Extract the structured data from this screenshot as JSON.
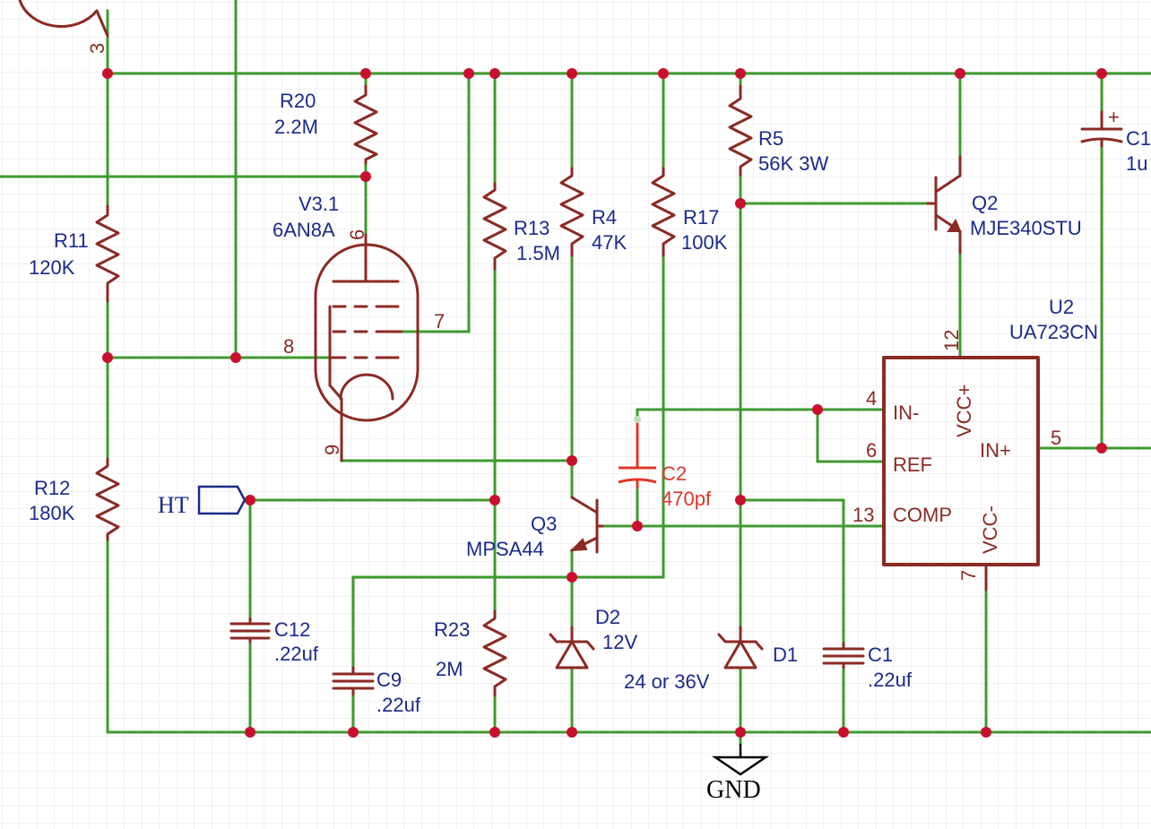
{
  "title": "",
  "colors": {
    "wire": "#3f9a2f",
    "symbol": "#8b2a24",
    "label": "#1a2a8a",
    "junction": "#c8102e",
    "highlight": "#e0362a",
    "grid": "#e3e3e3"
  },
  "components": {
    "r20": {
      "ref": "R20",
      "value": "2.2M"
    },
    "v31": {
      "ref": "V3.1",
      "value": "6AN8A"
    },
    "r11": {
      "ref": "R11",
      "value": "120K"
    },
    "r12": {
      "ref": "R12",
      "value": "180K"
    },
    "r13": {
      "ref": "R13",
      "value": "1.5M"
    },
    "r4": {
      "ref": "R4",
      "value": "47K"
    },
    "r17": {
      "ref": "R17",
      "value": "100K"
    },
    "r5": {
      "ref": "R5",
      "value": "56K 3W"
    },
    "q2": {
      "ref": "Q2",
      "value": "MJE340STU"
    },
    "u2": {
      "ref": "U2",
      "value": "UA723CN"
    },
    "c2": {
      "ref": "C2",
      "value": "470pf"
    },
    "q3": {
      "ref": "Q3",
      "value": "MPSA44"
    },
    "c12": {
      "ref": "C12",
      "value": ".22uf"
    },
    "c9": {
      "ref": "C9",
      "value": ".22uf"
    },
    "r23": {
      "ref": "R23",
      "value": "2M"
    },
    "d2": {
      "ref": "D2",
      "value": "12V"
    },
    "d1": {
      "ref": "D1",
      "value": "24 or 36V"
    },
    "c1": {
      "ref": "C1",
      "value": ".22uf"
    },
    "c_top": {
      "ref": "C1",
      "value": "1u"
    }
  },
  "pins": {
    "p3": "3",
    "p6": "6",
    "p7": "7",
    "p8": "8",
    "p9": "9",
    "u4": "4",
    "u6": "6",
    "u13": "13",
    "u12": "12",
    "u5": "5",
    "u7": "7"
  },
  "u2_pins": {
    "in_minus": "IN-",
    "ref": "REF",
    "comp": "COMP",
    "vcc_plus": "VCC+",
    "in_plus": "IN+",
    "vcc_minus": "VCC-"
  },
  "net_labels": {
    "ht": "HT",
    "gnd": "GND"
  },
  "polarity": "+"
}
